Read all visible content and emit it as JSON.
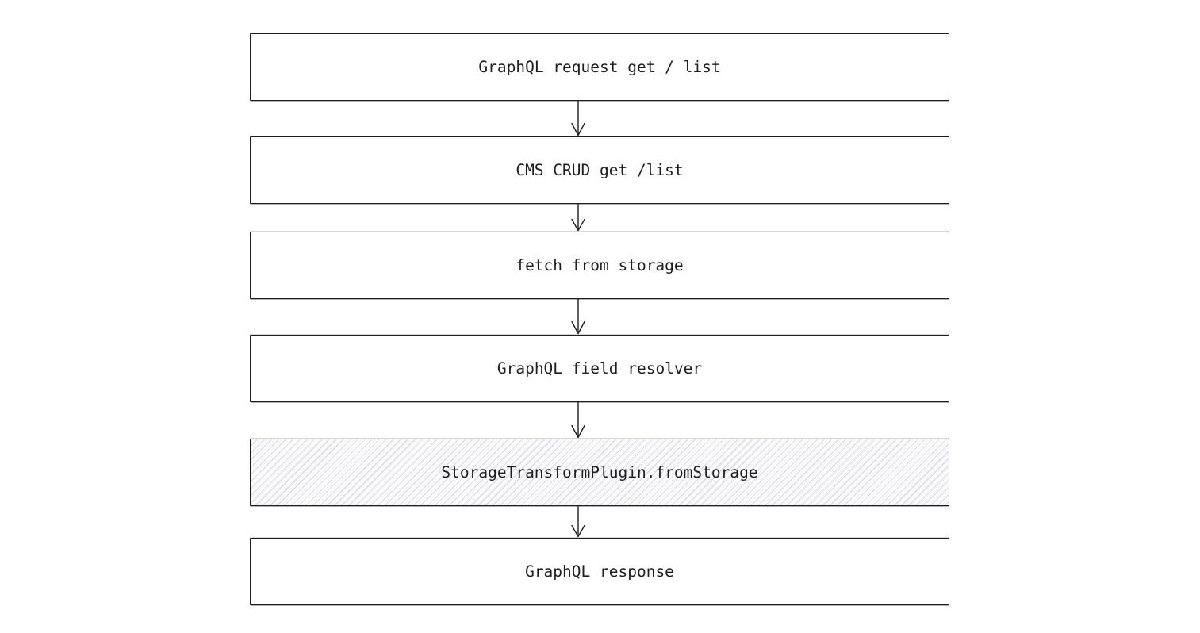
{
  "colors": {
    "background": "#ffffff",
    "stroke": "#1e1e1e",
    "text": "#1e1e1e",
    "node_fill": "#ffffff",
    "hachure_line": "#dcdce2"
  },
  "diagram": {
    "type": "flowchart",
    "direction": "top-down",
    "nodes": [
      {
        "id": "graphql-request",
        "label": "GraphQL request get / list",
        "fill": "solid"
      },
      {
        "id": "cms-crud",
        "label": "CMS CRUD get /list",
        "fill": "solid"
      },
      {
        "id": "fetch-from-storage",
        "label": "fetch from storage",
        "fill": "solid"
      },
      {
        "id": "graphql-field-resolver",
        "label": "GraphQL field resolver",
        "fill": "solid"
      },
      {
        "id": "storage-transform-plugin",
        "label": "StorageTransformPlugin.fromStorage",
        "fill": "hachure"
      },
      {
        "id": "graphql-response",
        "label": "GraphQL response",
        "fill": "solid"
      }
    ],
    "edges": [
      {
        "from": "graphql-request",
        "to": "cms-crud",
        "arrow": "down"
      },
      {
        "from": "cms-crud",
        "to": "fetch-from-storage",
        "arrow": "down"
      },
      {
        "from": "fetch-from-storage",
        "to": "graphql-field-resolver",
        "arrow": "down"
      },
      {
        "from": "graphql-field-resolver",
        "to": "storage-transform-plugin",
        "arrow": "down"
      },
      {
        "from": "storage-transform-plugin",
        "to": "graphql-response",
        "arrow": "down"
      }
    ]
  }
}
